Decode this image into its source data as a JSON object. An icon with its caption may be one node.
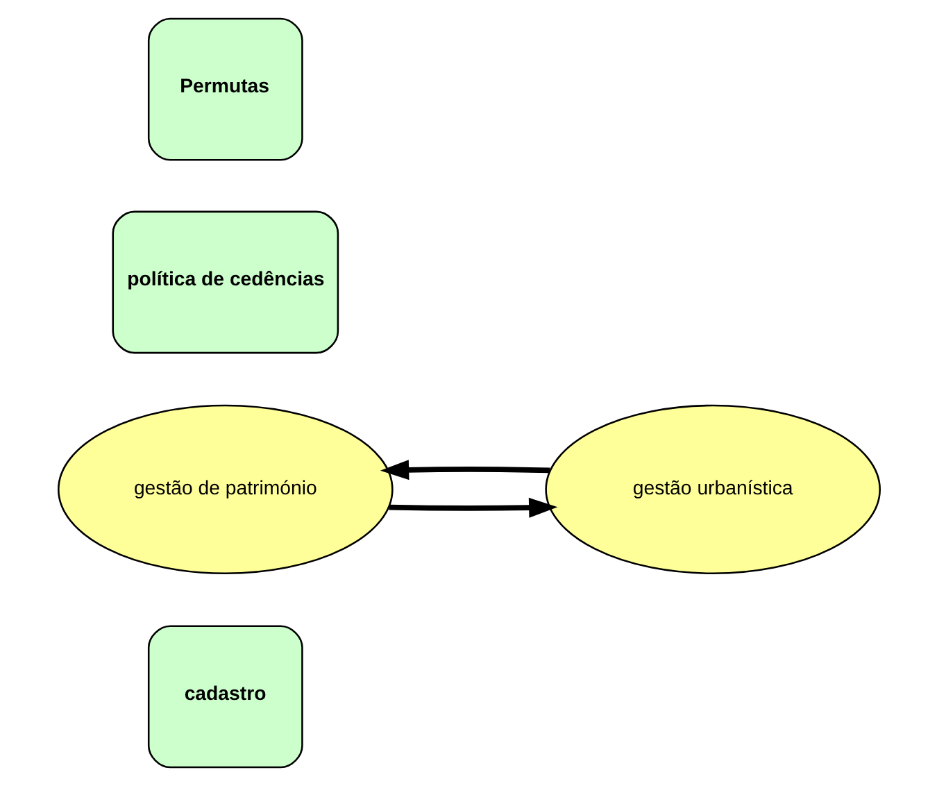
{
  "diagram": {
    "nodes": [
      {
        "text": [
          "cadastro"
        ]
      },
      {
        "text": [
          "gestão de património"
        ]
      },
      {
        "text": [
          "gestão urbanística"
        ]
      },
      {
        "text": [
          "política de cedências"
        ]
      },
      {
        "text": [
          "Permutas"
        ]
      }
    ],
    "edges": [
      {
        "from": 1,
        "to": 2,
        "arrow": "to"
      },
      {
        "from": 2,
        "to": 1,
        "arrow": "to"
      }
    ]
  }
}
